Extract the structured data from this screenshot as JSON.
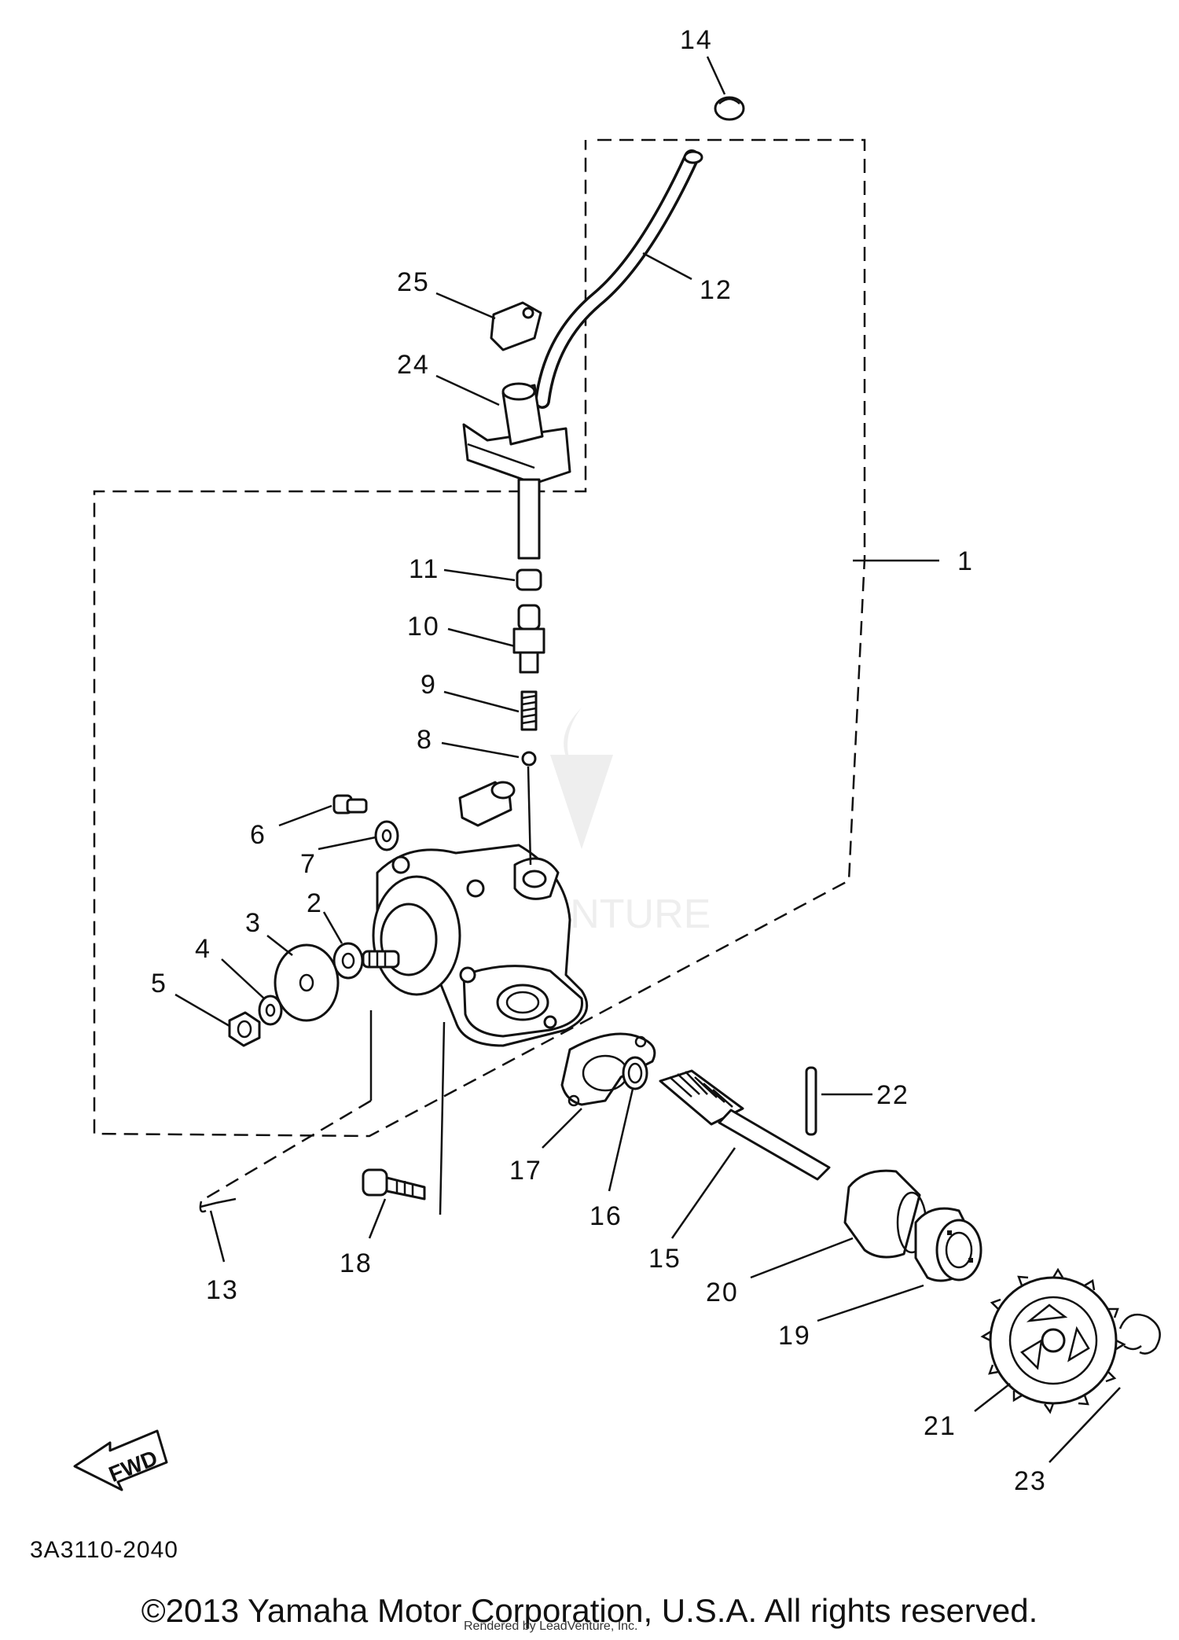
{
  "callouts": [
    "1",
    "2",
    "3",
    "4",
    "5",
    "6",
    "7",
    "8",
    "9",
    "10",
    "11",
    "12",
    "13",
    "14",
    "15",
    "16",
    "17",
    "18",
    "19",
    "20",
    "21",
    "22",
    "23",
    "24",
    "25"
  ],
  "fwd_label": "FWD",
  "diagram_code": "3A3110-2040",
  "watermark": "LEADVENTURE",
  "copyright": "©2013 Yamaha Motor Corporation, U.S.A. All rights reserved.",
  "rendered_by": "Rendered by LeadVenture, Inc."
}
